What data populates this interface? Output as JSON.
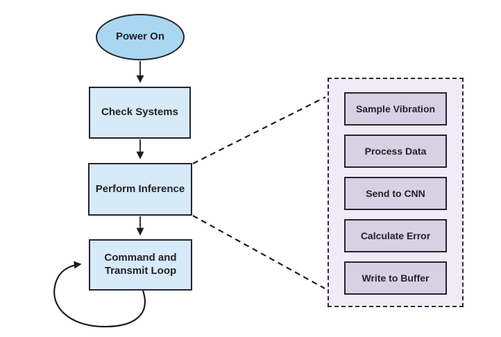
{
  "diagram": {
    "type": "flowchart",
    "nodes": {
      "power_on": "Power On",
      "check_systems": "Check Systems",
      "perform_inference": "Perform Inference",
      "command_loop": "Command and Transmit Loop"
    },
    "subprocess_steps": [
      "Sample Vibration",
      "Process Data",
      "Send to CNN",
      "Calculate Error",
      "Write to Buffer"
    ],
    "colors": {
      "terminator_fill": "#a9d7f1",
      "process_fill": "#d7eaf8",
      "subprocess_panel_fill": "#f0ebf6",
      "subprocess_step_fill": "#d8d0e3",
      "outline": "#23232f",
      "connector": "#1c1c24",
      "text": "#221f26",
      "background": "#ffffff"
    }
  }
}
